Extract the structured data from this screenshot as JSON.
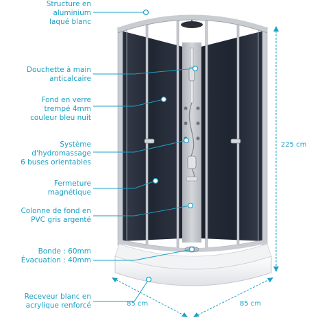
{
  "labels": [
    {
      "id": "structure",
      "lines": [
        "Structure en",
        "aluminium",
        "laqué blanc"
      ]
    },
    {
      "id": "douchette",
      "lines": [
        "Douchette à main",
        "anticalcaire"
      ]
    },
    {
      "id": "fond",
      "lines": [
        "Fond en verre",
        "trempé 4mm",
        "couleur bleu nuit"
      ]
    },
    {
      "id": "hydro",
      "lines": [
        "Système",
        "d'hydromassage",
        "6 buses orientables"
      ]
    },
    {
      "id": "fermeture",
      "lines": [
        "Fermeture",
        "magnétique"
      ]
    },
    {
      "id": "colonne",
      "lines": [
        "Colonne de fond en",
        "PVC gris argenté"
      ]
    },
    {
      "id": "bonde",
      "lines": [
        "Bonde : 60mm",
        "Évacuation : 40mm"
      ]
    },
    {
      "id": "receveur",
      "lines": [
        "Receveur blanc en",
        "acrylique renforcé"
      ]
    }
  ],
  "dimensions": {
    "height": "225 cm",
    "width_left": "85 cm",
    "width_right": "85 cm"
  },
  "colors": {
    "accent": "#1aa0c4",
    "glass": "#1c2230",
    "frame": "#c9ccd1",
    "column": "#c2c5ca"
  }
}
